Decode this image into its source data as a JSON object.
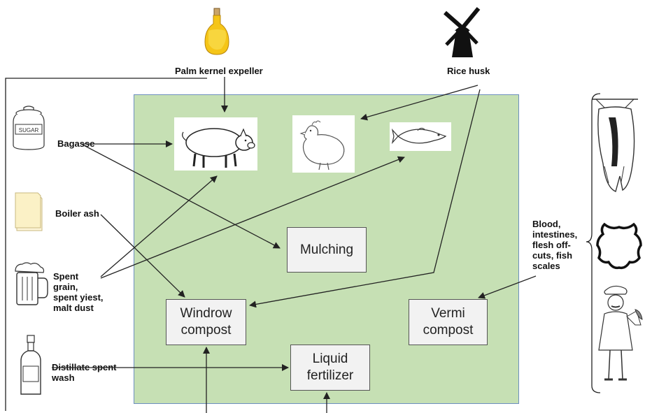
{
  "sources": {
    "palm": "Palm kernel expeller",
    "rice": "Rice husk",
    "bagasse": "Bagasse",
    "boiler": "Boiler ash",
    "spent_grain": [
      "Spent",
      "grain,",
      "spent yiest,",
      "malt dust"
    ],
    "distillate": [
      "Distillate spent",
      "wash"
    ],
    "blood": [
      "Blood,",
      "intestines,",
      "flesh off-",
      "cuts, fish",
      "scales"
    ]
  },
  "processes": {
    "mulching": "Mulching",
    "windrow": [
      "Windrow",
      "compost"
    ],
    "vermi": [
      "Vermi",
      "compost"
    ],
    "liquid": [
      "Liquid",
      "fertilizer"
    ]
  },
  "icons": {
    "oil_bottle": "oil-bottle-icon",
    "windmill": "windmill-icon",
    "sugar_jar": "sugar-jar-icon",
    "paper": "paper-icon",
    "beer_mug": "beer-mug-icon",
    "whiskey_bottle": "whiskey-bottle-icon",
    "pig": "pig-icon",
    "chicken": "chicken-icon",
    "fish": "fish-icon",
    "carcass": "carcass-icon",
    "leather": "leather-hide-icon",
    "fishmonger": "fishmonger-icon"
  },
  "colors": {
    "green_area": "#c6e0b4",
    "border": "#6d8fbf",
    "box_fill": "#f2f2f2"
  }
}
